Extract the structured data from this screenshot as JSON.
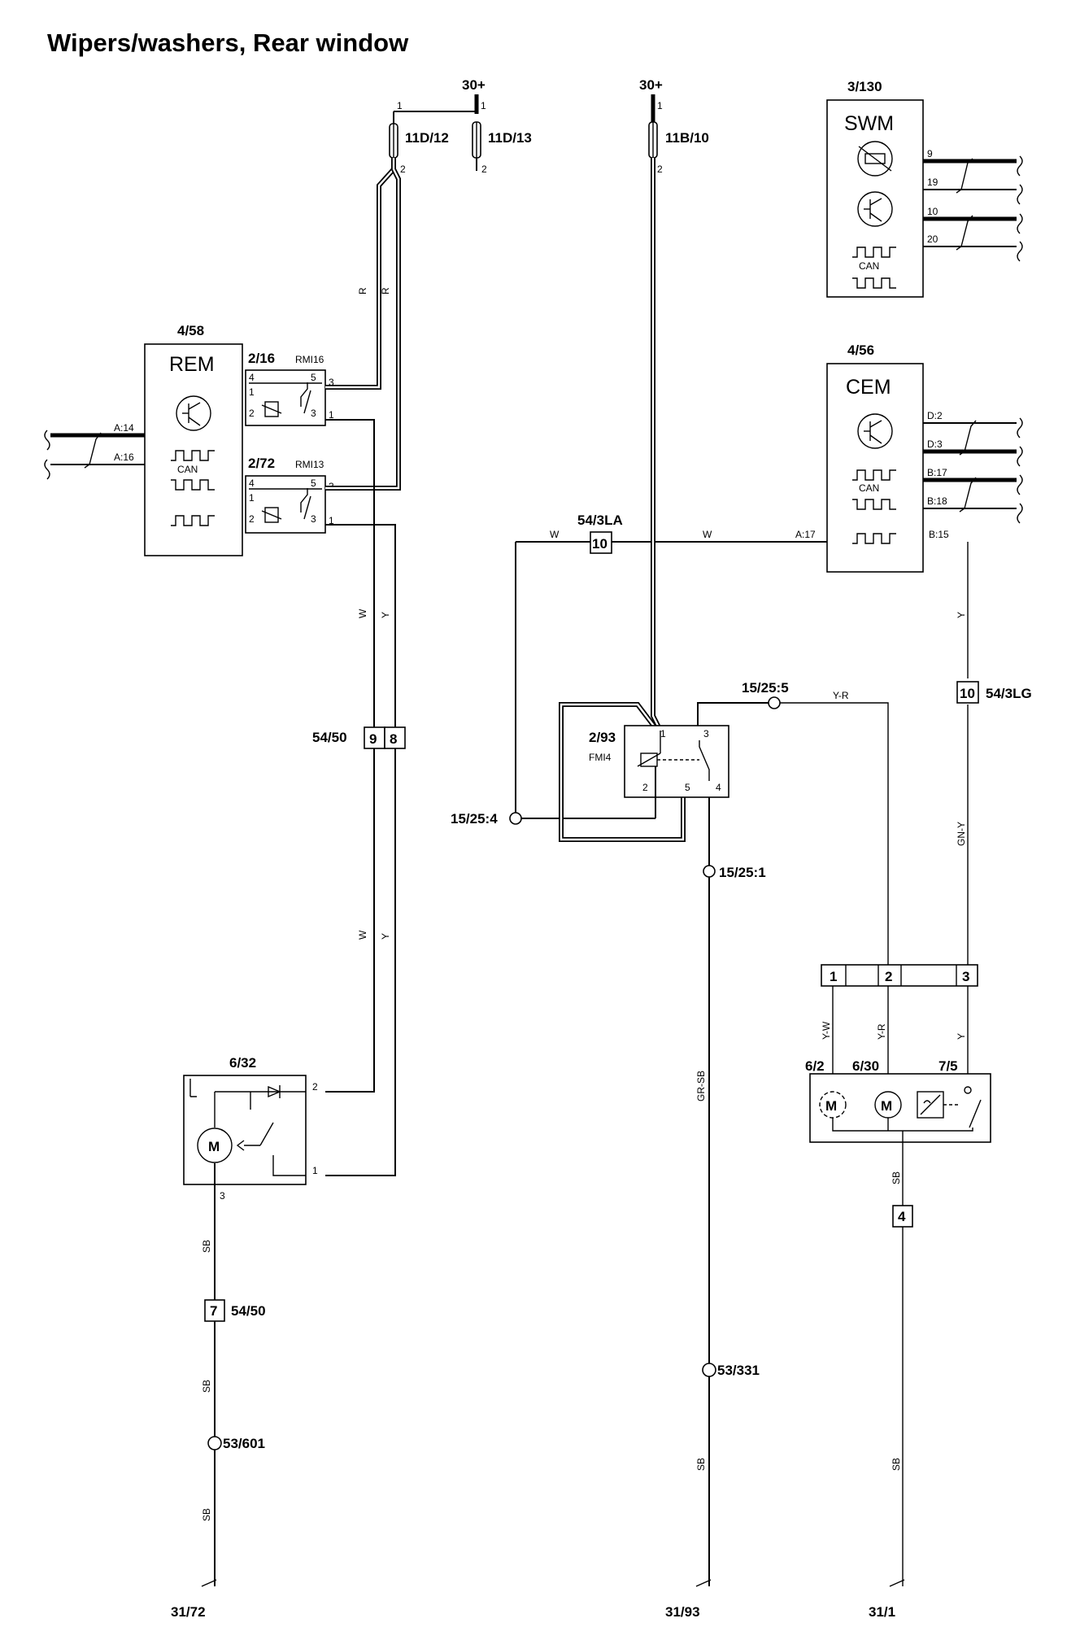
{
  "title": "Wipers/washers, Rear window",
  "supply": {
    "left": "30+",
    "right": "30+"
  },
  "fuses": {
    "f1": "11D/12",
    "f2": "11D/13",
    "f3": "11B/10"
  },
  "modules": {
    "rem": {
      "code": "4/58",
      "name": "REM",
      "pins": [
        "A:14",
        "A:16"
      ],
      "can": "CAN"
    },
    "swm": {
      "code": "3/130",
      "name": "SWM",
      "pins": [
        "9",
        "19",
        "10",
        "20"
      ],
      "can": "CAN"
    },
    "cem": {
      "code": "4/56",
      "name": "CEM",
      "pins": [
        "D:2",
        "D:3",
        "B:17",
        "B:18",
        "A:17",
        "B:15"
      ],
      "can": "CAN"
    }
  },
  "relays": {
    "r1": {
      "code": "2/16",
      "tag": "RMI16"
    },
    "r2": {
      "code": "2/72",
      "tag": "RMI13"
    },
    "r3": {
      "code": "2/93",
      "tag": "FMI4"
    }
  },
  "connectors": {
    "c1": "54/3LA",
    "c1_pin": "10",
    "c2": "54/50",
    "c2_pins": [
      "9",
      "8"
    ],
    "c3": "54/3LG",
    "c3_pin": "10",
    "c4": "54/50",
    "c4_pin": "7",
    "c5_pins": [
      "1",
      "2",
      "3"
    ],
    "c6_pin": "4"
  },
  "splices": {
    "s1": "15/25:5",
    "s2": "15/25:4",
    "s3": "15/25:1"
  },
  "components": {
    "motor_rear": "6/32",
    "pump": "6/2",
    "motor2": "6/30",
    "sensor": "7/5",
    "motor_symbol": "M"
  },
  "grounds": {
    "g1": "53/601",
    "g2": "53/331",
    "g1_end": "31/72",
    "g2_end": "31/93",
    "g3_end": "31/1"
  },
  "wire_colors": {
    "r": "R",
    "w": "W",
    "y": "Y",
    "sb": "SB",
    "yr": "Y-R",
    "yw": "Y-W",
    "gny": "GN-Y",
    "grsb": "GR-SB"
  },
  "pin_numbers": {
    "p1": "1",
    "p2": "2",
    "p3": "3",
    "p4": "4",
    "p5": "5"
  }
}
